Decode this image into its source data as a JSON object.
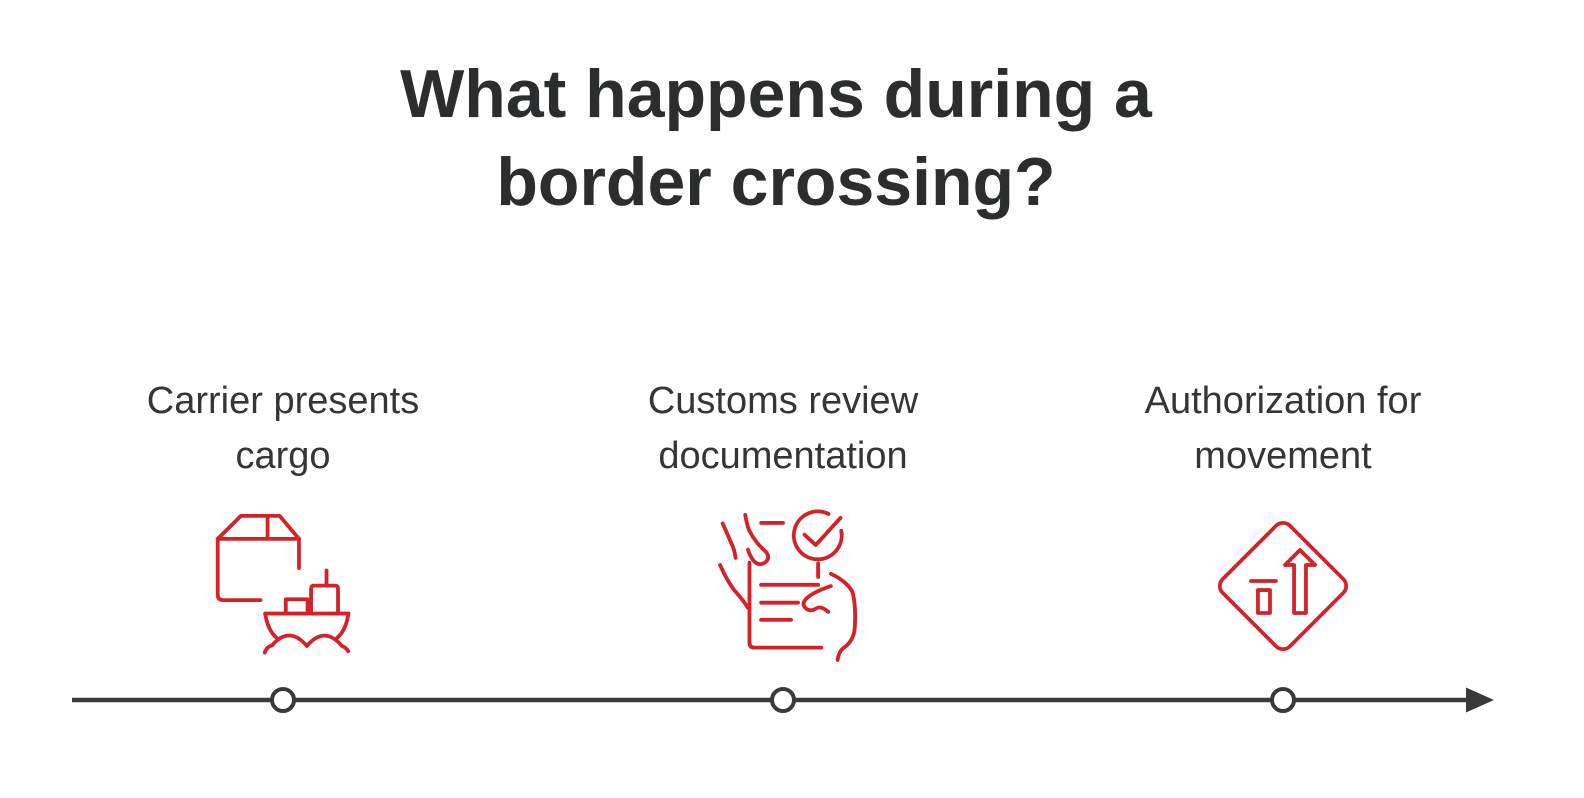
{
  "title": "What happens during a\nborder crossing?",
  "steps": [
    {
      "label": "Carrier presents\ncargo",
      "icon": "cargo-ship-icon"
    },
    {
      "label": "Customs review\ndocumentation",
      "icon": "document-review-icon"
    },
    {
      "label": "Authorization for\nmovement",
      "icon": "road-sign-icon"
    }
  ],
  "timeline": {
    "markers": 3,
    "direction": "right"
  },
  "colors": {
    "accent_red": "#d2232a",
    "ink": "#2b2d2e",
    "label": "#333537",
    "timeline": "#3a3a3a",
    "background": "#ffffff"
  }
}
